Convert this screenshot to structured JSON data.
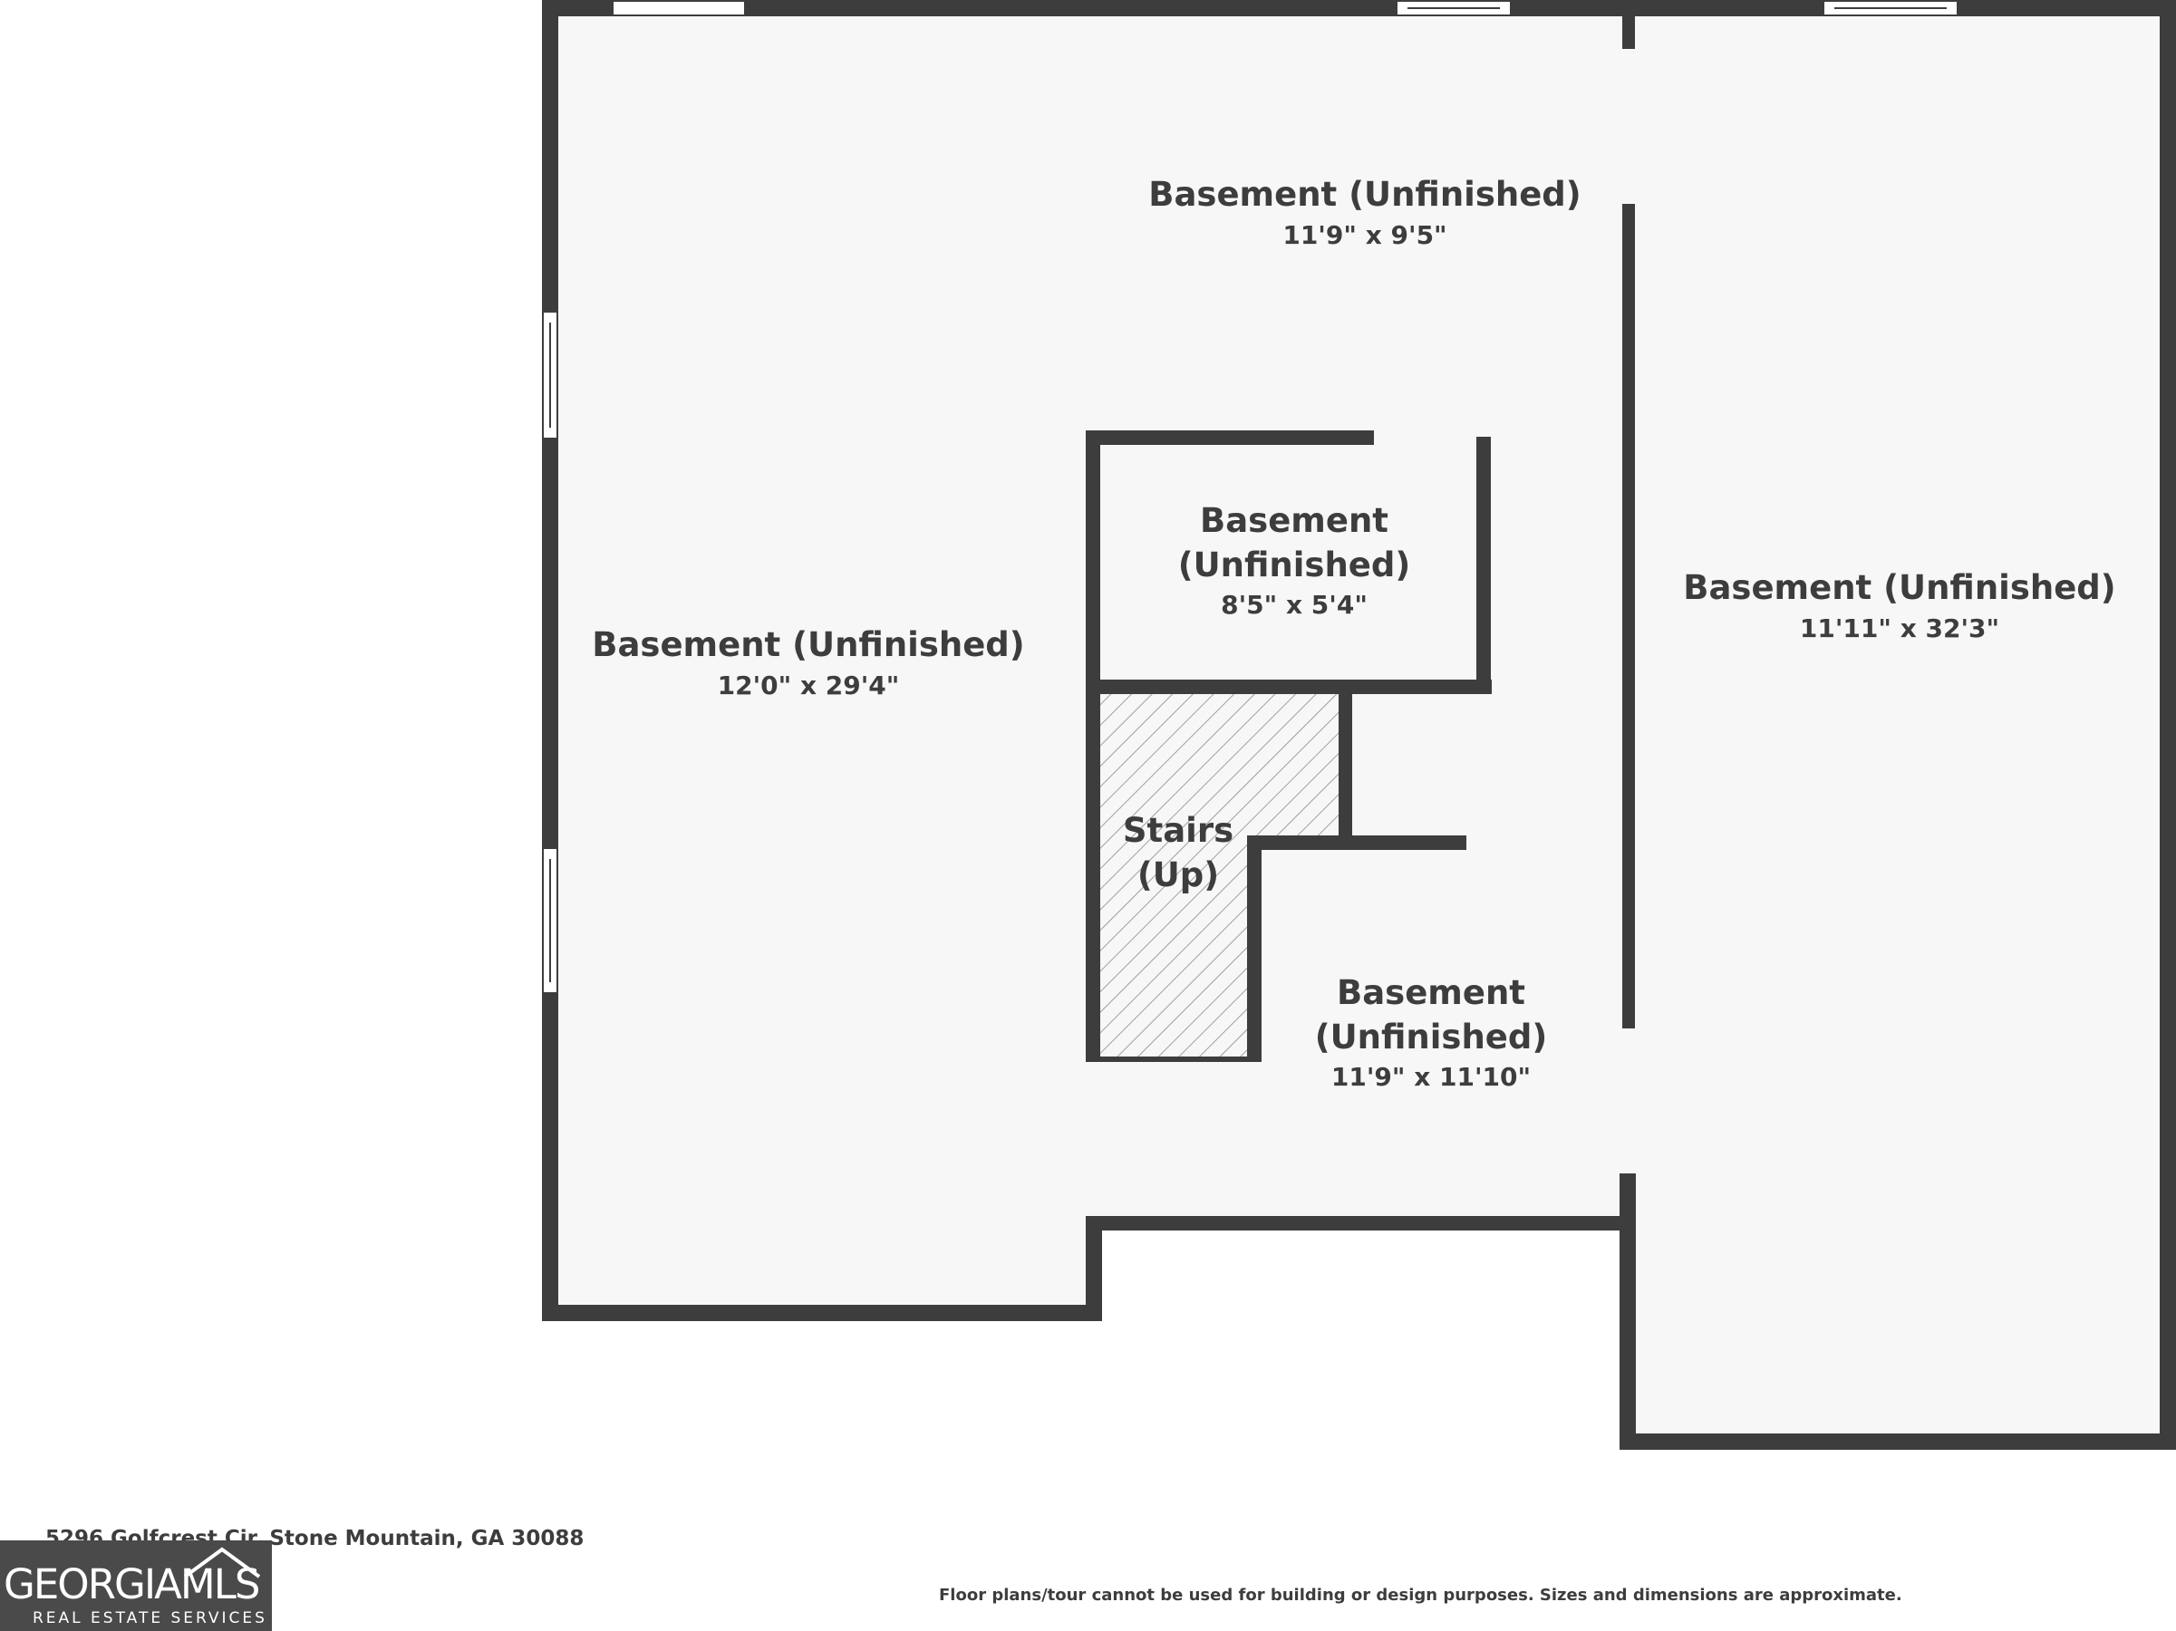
{
  "rooms": [
    {
      "name": "Basement (Unfinished)",
      "dimensions": "11'9\" x 9'5\""
    },
    {
      "name_line1": "Basement",
      "name_line2": "(Unfinished)",
      "dimensions": "8'5\" x 5'4\""
    },
    {
      "name": "Basement (Unfinished)",
      "dimensions": "12'0\" x 29'4\""
    },
    {
      "name": "Basement (Unfinished)",
      "dimensions": "11'11\" x 32'3\""
    },
    {
      "name_line1": "Stairs",
      "name_line2": "(Up)"
    },
    {
      "name_line1": "Basement",
      "name_line2": "(Unfinished)",
      "dimensions": "11'9\" x 11'10\""
    }
  ],
  "footer": {
    "address": "5296 Golfcrest Cir, Stone Mountain, GA 30088",
    "disclaimer": "Floor plans/tour cannot be used for building or design purposes. Sizes and dimensions are approximate."
  },
  "logo": {
    "main_text": "GEORGIAMLS",
    "sub_text": "REAL ESTATE SERVICES"
  },
  "colors": {
    "wall": "#3d3d3d",
    "floor": "#f7f7f7",
    "background": "#ffffff",
    "logo_bg": "#4a4a4a"
  }
}
